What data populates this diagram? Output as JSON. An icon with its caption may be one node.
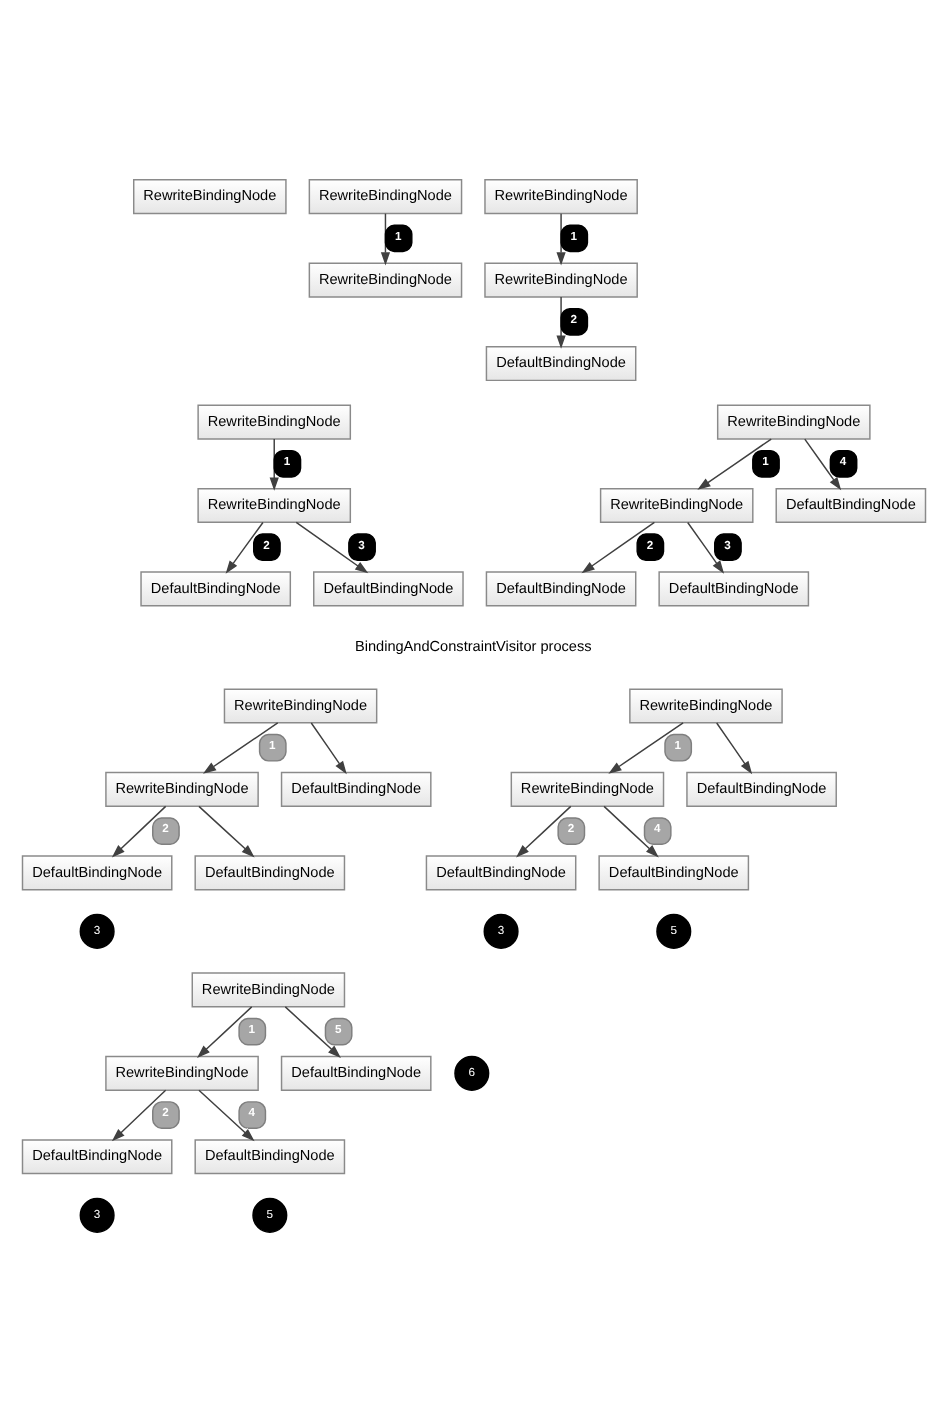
{
  "diagram": {
    "nodes": [
      {
        "text": [
          "RewriteBindingNode"
        ]
      },
      {
        "text": [
          "RewriteBindingNode"
        ]
      },
      {
        "text": [
          "RewriteBindingNode"
        ]
      },
      {
        "text": [
          "RewriteBindingNode"
        ]
      },
      {
        "text": [
          "RewriteBindingNode"
        ]
      },
      {
        "text": [
          "DefaultBindingNode"
        ]
      },
      {
        "text": [
          "RewriteBindingNode"
        ]
      },
      {
        "text": [
          "RewriteBindingNode"
        ]
      },
      {
        "text": [
          "DefaultBindingNode"
        ]
      },
      {
        "text": [
          "DefaultBindingNode"
        ]
      },
      {
        "text": [
          "RewriteBindingNode"
        ]
      },
      {
        "text": [
          "RewriteBindingNode"
        ]
      },
      {
        "text": [
          "DefaultBindingNode"
        ]
      },
      {
        "text": [
          "DefaultBindingNode"
        ]
      },
      {
        "text": [
          "DefaultBindingNode"
        ]
      },
      {
        "text": [
          "RewriteBindingNode"
        ]
      },
      {
        "text": [
          "RewriteBindingNode"
        ]
      },
      {
        "text": [
          "DefaultBindingNode"
        ]
      },
      {
        "text": [
          "DefaultBindingNode"
        ],
        "beside": [
          "3"
        ]
      },
      {
        "text": [
          "DefaultBindingNode"
        ]
      },
      {
        "text": [
          "RewriteBindingNode"
        ]
      },
      {
        "text": [
          "RewriteBindingNode"
        ]
      },
      {
        "text": [
          "DefaultBindingNode"
        ]
      },
      {
        "text": [
          "DefaultBindingNode"
        ],
        "beside": [
          "3"
        ]
      },
      {
        "text": [
          "DefaultBindingNode"
        ],
        "beside": [
          "5"
        ]
      },
      {
        "text": [
          "RewriteBindingNode"
        ]
      },
      {
        "text": [
          "RewriteBindingNode"
        ]
      },
      {
        "text": [
          "DefaultBindingNode"
        ],
        "beside": [
          "6"
        ]
      },
      {
        "text": [
          "DefaultBindingNode"
        ],
        "beside": [
          "3"
        ]
      },
      {
        "text": [
          "DefaultBindingNode"
        ],
        "beside": [
          "5"
        ]
      }
    ],
    "edges": [
      {
        "from": 1,
        "to": 2,
        "arrow": "to",
        "label": "1"
      },
      {
        "from": 3,
        "to": 4,
        "arrow": "to",
        "label": "1"
      },
      {
        "from": 4,
        "to": 5,
        "arrow": "to",
        "label": "2"
      },
      {
        "from": 6,
        "to": 7,
        "arrow": "to",
        "label": "1"
      },
      {
        "from": 7,
        "to": 8,
        "arrow": "to",
        "label": "2"
      },
      {
        "from": 7,
        "to": 9,
        "arrow": "to",
        "label": "3"
      },
      {
        "from": 10,
        "to": 11,
        "arrow": "to",
        "label": "1"
      },
      {
        "from": 10,
        "to": 12,
        "arrow": "to",
        "label": "4"
      },
      {
        "from": 11,
        "to": 13,
        "arrow": "to",
        "label": "2"
      },
      {
        "from": 11,
        "to": 14,
        "arrow": "to",
        "label": "3"
      },
      {
        "from": 15,
        "to": 16,
        "arrow": "to",
        "label": "1"
      },
      {
        "from": 15,
        "to": 17,
        "arrow": "to"
      },
      {
        "from": 16,
        "to": 18,
        "arrow": "to",
        "label": "2"
      },
      {
        "from": 16,
        "to": 19,
        "arrow": "to"
      },
      {
        "from": 20,
        "to": 21,
        "arrow": "to",
        "label": "1"
      },
      {
        "from": 20,
        "to": 22,
        "arrow": "to"
      },
      {
        "from": 21,
        "to": 23,
        "arrow": "to",
        "label": "2"
      },
      {
        "from": 21,
        "to": 24,
        "arrow": "to",
        "label": "4"
      },
      {
        "from": 25,
        "to": 26,
        "arrow": "to",
        "label": "1"
      },
      {
        "from": 25,
        "to": 27,
        "arrow": "to",
        "label": "5"
      },
      {
        "from": 26,
        "to": 28,
        "arrow": "to",
        "label": "2"
      },
      {
        "from": 26,
        "to": 29,
        "arrow": "to",
        "label": "4"
      }
    ],
    "labels": [
      "BindingAndConstraintVisitor process"
    ]
  }
}
